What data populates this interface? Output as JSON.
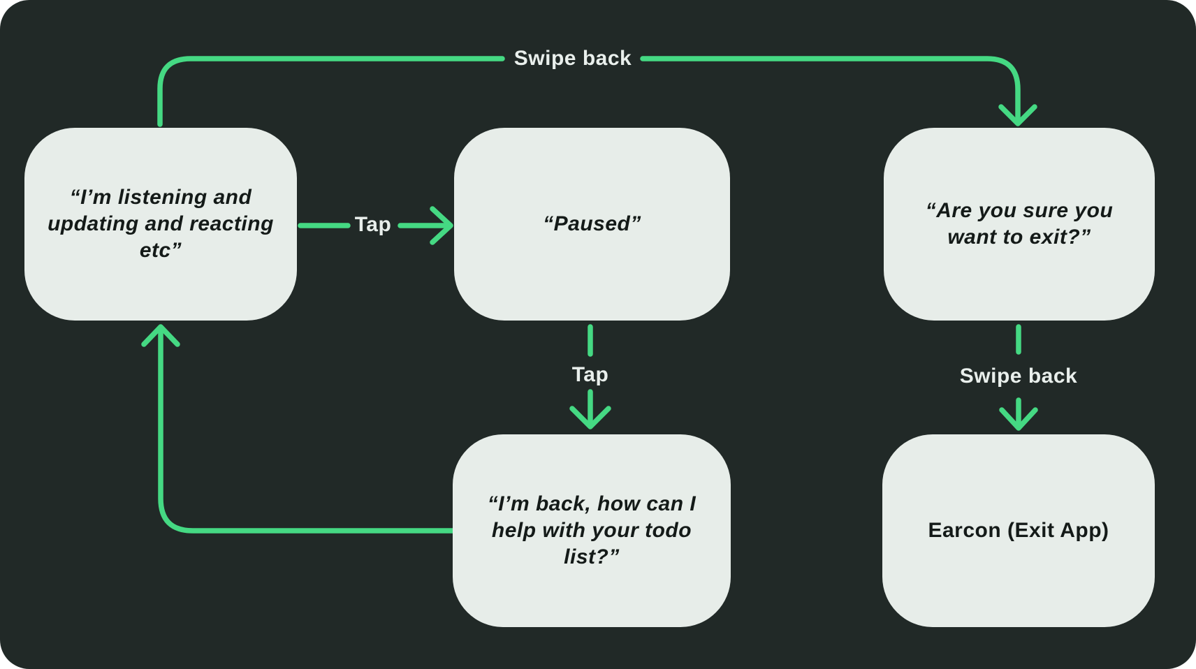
{
  "diagram": {
    "type": "flowchart",
    "colors": {
      "background": "#212927",
      "node_fill": "#e7ede9",
      "connector_green": "#45d983",
      "node_text": "#141a18",
      "edge_label_text": "#e9efec"
    }
  },
  "nodes": [
    {
      "id": "listening",
      "label": "“I’m listening and updating and reacting etc”"
    },
    {
      "id": "paused",
      "label": "“Paused”"
    },
    {
      "id": "exit-confirm",
      "label": "“Are you sure you want to exit?”"
    },
    {
      "id": "back",
      "label": "“I’m back, how can I help with your todo list?”"
    },
    {
      "id": "earcon",
      "label": "Earcon (Exit App)"
    }
  ],
  "edges": [
    {
      "id": "swipe-back-top",
      "label": "Swipe back",
      "from": "listening",
      "to": "exit-confirm"
    },
    {
      "id": "tap-to-pause",
      "label": "Tap",
      "from": "listening",
      "to": "paused"
    },
    {
      "id": "tap-to-resume",
      "label": "Tap",
      "from": "paused",
      "to": "back"
    },
    {
      "id": "swipe-back-exit",
      "label": "Swipe back",
      "from": "exit-confirm",
      "to": "earcon"
    },
    {
      "id": "return-loop",
      "label": "",
      "from": "back",
      "to": "listening"
    }
  ]
}
